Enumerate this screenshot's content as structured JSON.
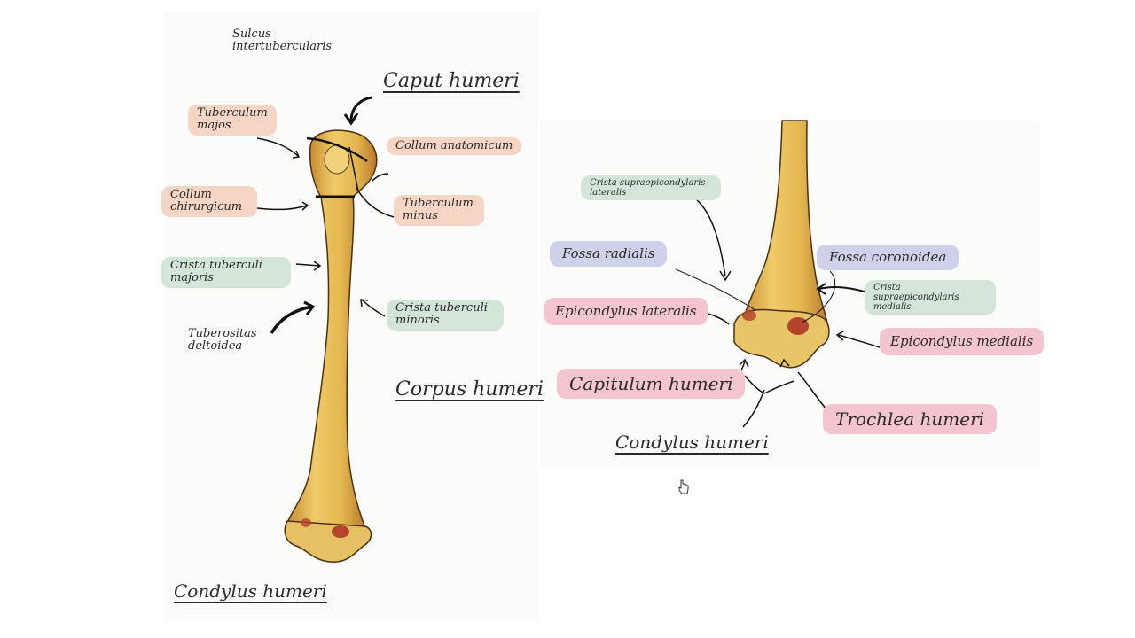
{
  "left": {
    "sulcus": "Sulcus intertubercularis",
    "caput": "Caput humeri",
    "tuberculum_majus": "Tuberculum majos",
    "collum_anatomicum": "Collum anatomicum",
    "collum_chirurgicum": "Collum chirurgicum",
    "tuberculum_minus": "Tuberculum minus",
    "crista_majoris": "Crista tuberculi majoris",
    "crista_minoris": "Crista tuberculi minoris",
    "tuberositas": "Tuberositas deltoidea",
    "corpus": "Corpus humeri",
    "condylus": "Condylus humeri"
  },
  "right": {
    "crista_lateralis": "Crista supraepicondylaris lateralis",
    "fossa_radialis": "Fossa radialis",
    "fossa_coronoidea": "Fossa coronoidea",
    "crista_medialis": "Crista supraepicondylaris medialis",
    "epicondylus_lateralis": "Epicondylus lateralis",
    "epicondylus_medialis": "Epicondylus medialis",
    "capitulum": "Capitulum humeri",
    "trochlea": "Trochlea humeri",
    "condylus": "Condylus humeri"
  },
  "colors": {
    "orange_highlight": "#f5d5c4",
    "green_highlight": "#d3e5d6",
    "blue_highlight": "#cdd2ea",
    "pink_highlight": "#f3c6cf",
    "bone": "#e2b64f"
  }
}
